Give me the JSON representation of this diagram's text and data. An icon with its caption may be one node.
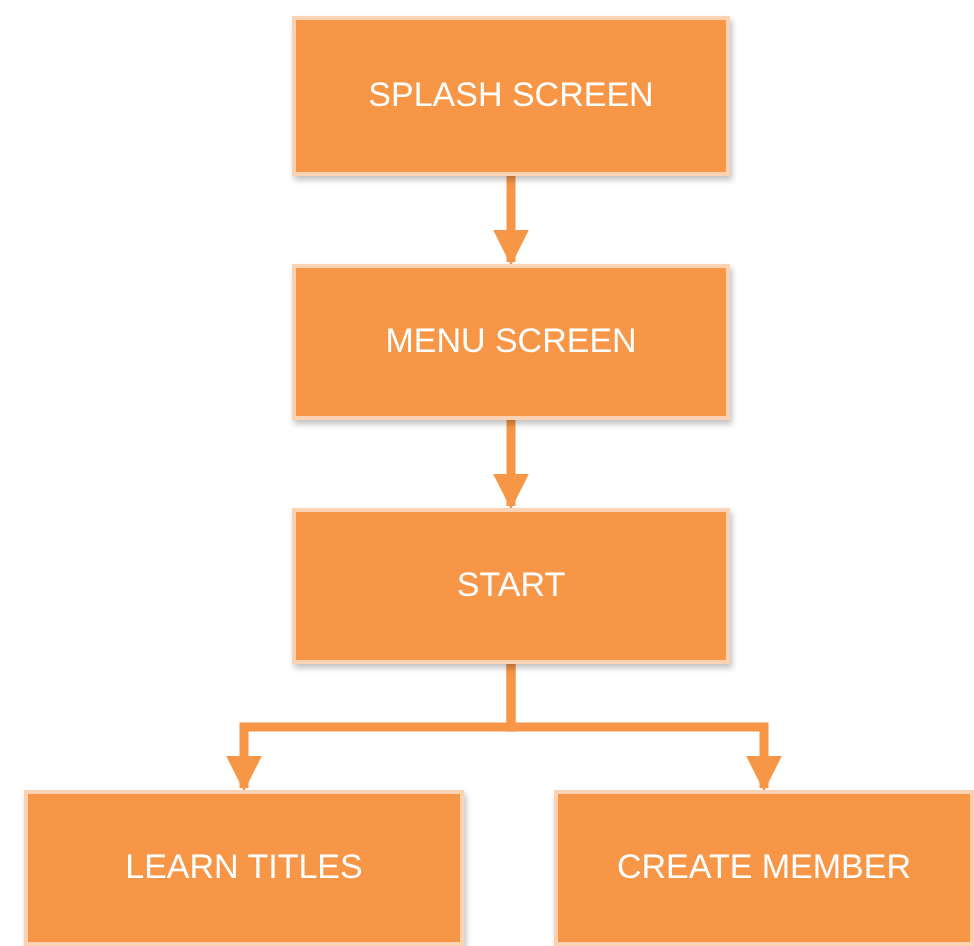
{
  "diagram": {
    "nodes": [
      {
        "text": [
          "SPLASH SCREEN"
        ]
      },
      {
        "text": [
          "MENU SCREEN"
        ]
      },
      {
        "text": [
          "START"
        ]
      },
      {
        "text": [
          "LEARN TITLES"
        ]
      },
      {
        "text": [
          "CREATE MEMBER"
        ]
      }
    ],
    "edges": [
      {
        "from": 0,
        "to": 1,
        "arrow": "to"
      },
      {
        "from": 1,
        "to": 2,
        "arrow": "to"
      },
      {
        "from": 2,
        "to": 3,
        "arrow": "to"
      },
      {
        "from": 2,
        "to": 4,
        "arrow": "to"
      }
    ]
  }
}
